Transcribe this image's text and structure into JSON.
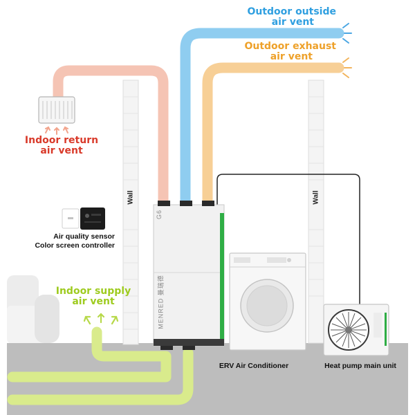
{
  "labels": {
    "outdoor_outside": [
      "Outdoor outside",
      "air vent"
    ],
    "outdoor_exhaust": [
      "Outdoor exhaust",
      "air vent"
    ],
    "indoor_return": [
      "Indoor return",
      "air vent"
    ],
    "indoor_supply": [
      "Indoor supply",
      "air vent"
    ],
    "controller": [
      "Air quality sensor",
      "Color screen controller"
    ],
    "erv": "ERV Air Conditioner",
    "heat_pump": "Heat pump main unit",
    "wall_left": "Wall",
    "wall_right": "Wall",
    "unit_model": "G6",
    "unit_brand": "MENRED 曼瑞德"
  },
  "colors": {
    "outside_duct": "#8fcdf0",
    "outside_text": "#2f9fe0",
    "exhaust_duct": "#f7cf96",
    "exhaust_text": "#eea12a",
    "return_duct": "#f5c4b4",
    "return_text": "#d93a2a",
    "supply_duct": "#d9eb8c",
    "supply_text": "#9ecb1f",
    "unit_accent": "#2fae45"
  }
}
